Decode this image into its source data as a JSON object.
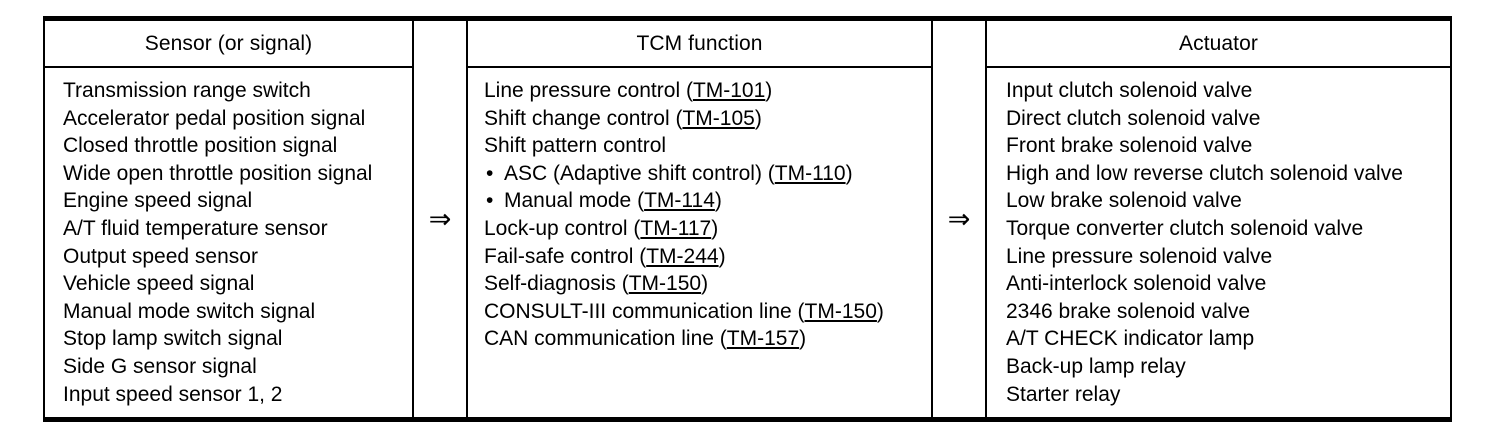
{
  "table": {
    "columns": [
      {
        "key": "sensor",
        "header": "Sensor (or signal)",
        "entries": [
          {
            "text": "Transmission range switch"
          },
          {
            "text": "Accelerator pedal position signal"
          },
          {
            "text": "Closed throttle position signal"
          },
          {
            "text": "Wide open throttle position signal"
          },
          {
            "text": "Engine speed signal"
          },
          {
            "text": "A/T fluid temperature sensor"
          },
          {
            "text": "Output speed sensor"
          },
          {
            "text": "Vehicle speed signal"
          },
          {
            "text": "Manual mode switch signal"
          },
          {
            "text": "Stop lamp switch signal"
          },
          {
            "text": "Side G sensor signal"
          },
          {
            "text": "Input speed sensor 1, 2"
          }
        ]
      },
      {
        "key": "tcm",
        "header": "TCM function",
        "entries": [
          {
            "label": "Line pressure control",
            "open": " (",
            "ref": "TM-101",
            "close": ")"
          },
          {
            "label": "Shift change control",
            "open": " (",
            "ref": "TM-105",
            "close": ")"
          },
          {
            "label": "Shift pattern control"
          },
          {
            "bullet": "•",
            "label": "ASC (Adaptive shift control)",
            "open": " (",
            "ref": "TM-110",
            "close": ")"
          },
          {
            "bullet": "•",
            "label": "Manual mode",
            "open": " (",
            "ref": "TM-114",
            "close": ")"
          },
          {
            "label": "Lock-up control",
            "open": " (",
            "ref": "TM-117",
            "close": ")"
          },
          {
            "label": "Fail-safe control",
            "open": " (",
            "ref": "TM-244",
            "close": ")"
          },
          {
            "label": "Self-diagnosis",
            "open": " (",
            "ref": "TM-150",
            "close": ")"
          },
          {
            "label": "CONSULT-III communication line",
            "open": " (",
            "ref": "TM-150",
            "close": ")",
            "wraps": true
          },
          {
            "label": "CAN communication line",
            "open": " (",
            "ref": "TM-157",
            "close": ")"
          }
        ]
      },
      {
        "key": "actuator",
        "header": "Actuator",
        "entries": [
          {
            "text": "Input clutch solenoid valve"
          },
          {
            "text": "Direct clutch solenoid valve"
          },
          {
            "text": "Front brake solenoid valve"
          },
          {
            "text": "High and low reverse clutch solenoid valve"
          },
          {
            "text": "Low brake solenoid valve"
          },
          {
            "text": "Torque converter clutch solenoid valve"
          },
          {
            "text": "Line pressure solenoid valve"
          },
          {
            "text": "Anti-interlock solenoid valve"
          },
          {
            "text": "2346 brake solenoid valve"
          },
          {
            "text": "A/T CHECK indicator lamp"
          },
          {
            "text": "Back-up lamp relay"
          },
          {
            "text": "Starter relay"
          }
        ]
      }
    ],
    "arrows": [
      {
        "glyph": "⇒",
        "name": "arrow-sensor-to-tcm"
      },
      {
        "glyph": "⇒",
        "name": "arrow-tcm-to-actuator"
      }
    ]
  },
  "colors": {
    "rule": "#000000",
    "text": "#000000",
    "background": "#ffffff"
  }
}
